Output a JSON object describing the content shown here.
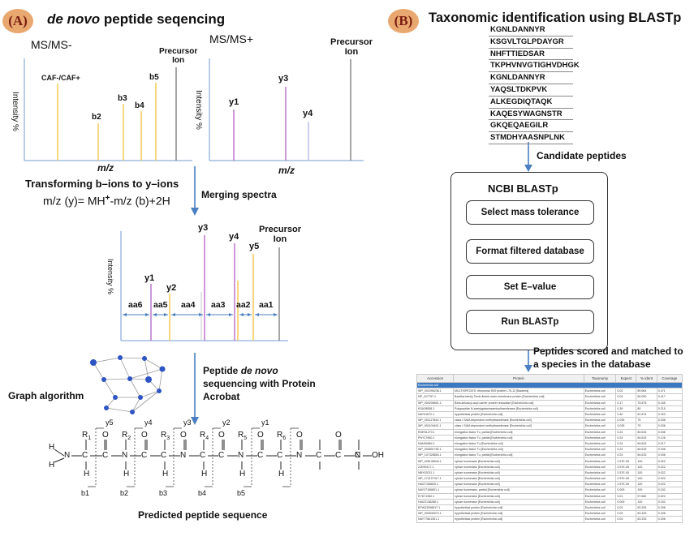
{
  "panel_a": {
    "badge": "(A)",
    "title_italic": "de novo",
    "title_rest": " peptide seqencing",
    "msms_minus": {
      "label": "MS/MS-",
      "caf": "CAF-/CAF+",
      "precursor_line1": "Precursor",
      "precursor_line2": "Ion",
      "peaks": [
        "b2",
        "b3",
        "b4",
        "b5"
      ],
      "ylabel": "Intensity %",
      "xlabel": "m/z"
    },
    "msms_plus": {
      "label": "MS/MS+",
      "precursor_line1": "Precursor",
      "precursor_line2": "Ion",
      "peaks": [
        "y1",
        "y3",
        "y4"
      ],
      "ylabel": "Intensity %",
      "xlabel": "m/z"
    },
    "transform": {
      "title": "Transforming b–ions to y–ions",
      "formula_a": "m/z (y)= MH",
      "formula_sup": "+",
      "formula_b": "-m/z (b)+2H"
    },
    "merging": "Merging spectra",
    "merged": {
      "precursor_line1": "Precursor",
      "precursor_line2": "Ion",
      "ylabel": "Intensity %",
      "peaks": [
        "y1",
        "y2",
        "y3",
        "y4",
        "y5"
      ],
      "gaps": [
        "aa6",
        "aa5",
        "aa4",
        "aa3",
        "aa2",
        "aa1"
      ]
    },
    "graph_label": "Graph algorithm",
    "denovo_line1": "Peptide ",
    "denovo_italic": "de novo",
    "denovo_line2": "sequencing with Protein",
    "denovo_line3": "Acrobat",
    "predicted": "Predicted peptide sequence",
    "structure": {
      "n": "N",
      "h": "H",
      "c": "C",
      "o": "O",
      "oh": "OH",
      "r": [
        "R",
        "R",
        "R",
        "R",
        "R",
        "R"
      ],
      "r_sub": [
        "1",
        "2",
        "3",
        "4",
        "5",
        "6"
      ],
      "y_labels": [
        "y5",
        "y4",
        "y3",
        "y2",
        "y1"
      ],
      "b_labels": [
        "b1",
        "b2",
        "b3",
        "b4",
        "b5"
      ]
    }
  },
  "panel_b": {
    "badge": "(B)",
    "title": "Taxonomic identification using BLASTp",
    "sequences": [
      "KGNLDANNYR",
      "KSGVLTGLPDAYGR",
      "NHFTTIEDSAR",
      "TKPHVNVGTIGHVDHGK",
      "KGNLDANNYR",
      "YAQSLTDKPVK",
      "ALKEGDIQTAQK",
      "KAQESYWAGNSTR",
      "GKQEQAEGILR",
      "STMDHYAASNPLNK"
    ],
    "candidate": "Candidate peptides",
    "blast_title": "NCBI BLASTp",
    "steps": [
      "Select mass tolerance",
      "Format filtered database",
      "Set E–value",
      "Run BLASTp"
    ],
    "scored_line1": "Peptides scored and matched to",
    "scored_line2": "a species in the database",
    "table": {
      "headers": [
        "Accession",
        "Protein",
        "Taxonomy",
        "Expect",
        "% Ident",
        "Coverage"
      ],
      "highlight": "Escherichia coli",
      "rows": [
        [
          "WP_001096236.1",
          "MULTISPECIES: ribosomal 50S protein L7/L12 [Bacteria]",
          "Escherichia coli",
          "0.02",
          "89.664",
          "0.471"
        ],
        [
          "NP_417757.1",
          "Bacillus family Tomb-linked outer membrane protein [Escherichia coli]",
          "Escherichia coli",
          "0.04",
          "80.000",
          "0.417"
        ],
        [
          "WP_000206651.1",
          "Beta-ketoacyl-acyl carrier protein reductase [Escherichia coli]",
          "Escherichia coli",
          "0.17",
          "75.875",
          "0.155"
        ],
        [
          "KSA28838.1",
          "Polypeptide N-acetylgalactosaminyltransferase [Escherichia coli]",
          "Escherichia coli",
          "0.39",
          "80",
          "0.215"
        ],
        [
          "NAY41672.1",
          "hypothetical protein [Escherichia coli]",
          "Escherichia coli",
          "0.40",
          "81.874",
          "0.323"
        ],
        [
          "WP_001117844.1",
          "class I SAM-dependent methyltransferase [Escherichia coli]",
          "Escherichia coli",
          "0.035",
          "75",
          "0.036"
        ],
        [
          "WP_001104491.1",
          "class I SAM-dependent methyltransferase [Escherichia coli]",
          "Escherichia coli",
          "0.035",
          "75",
          "0.036"
        ],
        [
          "ROE51270.1",
          "elongation factor Tu, partial [Escherichia coli]",
          "Escherichia coli",
          "0.24",
          "84.615",
          "0.036"
        ],
        [
          "PNY27960.1",
          "elongation factor Tu, partial [Escherichia coli]",
          "Escherichia coli",
          "0.24",
          "84.615",
          "0.126"
        ],
        [
          "NAN34864.1",
          "elongation factor Tu [Escherichia coli]",
          "Escherichia coli",
          "0.24",
          "84.615",
          "0.217"
        ],
        [
          "WP_000801782.1",
          "elongation factor Tu [Escherichia coli]",
          "Escherichia coli",
          "0.24",
          "84.615",
          "0.036"
        ],
        [
          "WP_107328854.1",
          "elongation factor Tu, partial [Escherichia coli]",
          "Escherichia coli",
          "0.24",
          "84.615",
          "0.036"
        ],
        [
          "WP_005136944.1",
          "xylose isomerase [Escherichia coli]",
          "Escherichia coli",
          "2.57E-05",
          "100",
          "0.022"
        ],
        [
          "ZJE99417.1",
          "xylose isomerase [Escherichia coli]",
          "Escherichia coli",
          "2.57E-05",
          "100",
          "0.022"
        ],
        [
          "NBY02031.1",
          "xylose isomerase [Escherichia coli]",
          "Escherichia coli",
          "2.57E-05",
          "100",
          "0.022"
        ],
        [
          "WP_172127317.1",
          "xylose isomerase [Escherichia coli]",
          "Escherichia coli",
          "2.57E-05",
          "100",
          "0.022"
        ],
        [
          "HAI27156825.1",
          "xylose isomerase [Escherichia coli]",
          "Escherichia coli",
          "2.57E-05",
          "100",
          "0.022"
        ],
        [
          "NAY27156801.1",
          "xylose isomerase, partial [Escherichia coli]",
          "Escherichia coli",
          "0.009",
          "100",
          "0.152"
        ],
        [
          "EYD71982.1",
          "xylose isomerase [Escherichia coli]",
          "Escherichia coli",
          "0.01",
          "97.662",
          "0.022"
        ],
        [
          "HAI22138288.1",
          "xylose isomerase [Escherichia coli]",
          "Escherichia coli",
          "0.009",
          "100",
          "0.153"
        ],
        [
          "EPW23398817.1",
          "hypothetical protein [Escherichia coli]",
          "Escherichia coli",
          "0.03",
          "83.333",
          "0.206"
        ],
        [
          "WP_000540072.1",
          "hypothetical protein [Escherichia coli]",
          "Escherichia coli",
          "0.03",
          "83.333",
          "0.206"
        ],
        [
          "NAY77661351.1",
          "hypothetical protein [Escherichia coli]",
          "Escherichia coli",
          "0.03",
          "83.333",
          "0.206"
        ]
      ]
    }
  },
  "colors": {
    "badge": "#e8a86f",
    "arrow": "#4a7fc1",
    "b_peak": "#f2c84b",
    "y_peak": "#b96bc9",
    "gray_peak": "#c9c9c9",
    "precursor": "#7f7f7f",
    "node": "#2f54c4",
    "edge": "#9c9c9c"
  }
}
